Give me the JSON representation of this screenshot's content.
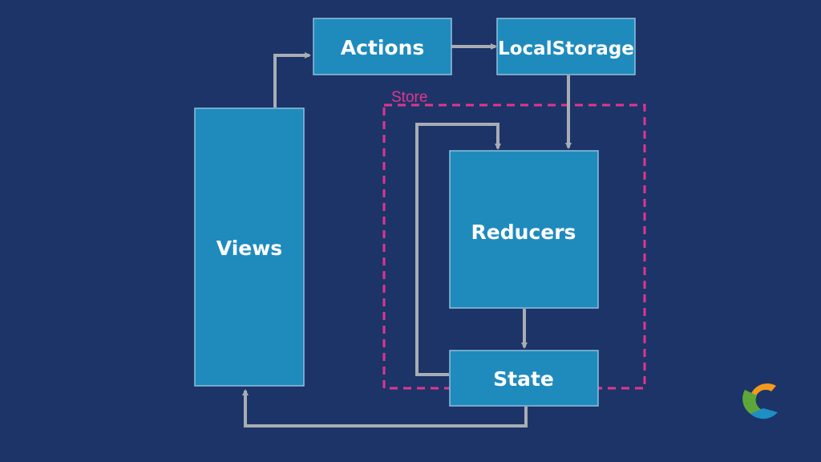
{
  "colors": {
    "background": "#1d3468",
    "box_fill": "#1f8bbd",
    "box_border": "#8fc0dc",
    "arrow": "#a9adb3",
    "store_border": "#e2358f",
    "logo_orange": "#f39a1e",
    "logo_green": "#5da73a",
    "logo_blue": "#1d8fc4"
  },
  "nodes": {
    "actions": "Actions",
    "local_storage": "LocalStorage",
    "views": "Views",
    "reducers": "Reducers",
    "state": "State"
  },
  "store": {
    "label": "Store"
  },
  "edges": [
    {
      "from": "Views",
      "to": "Actions"
    },
    {
      "from": "Actions",
      "to": "LocalStorage"
    },
    {
      "from": "LocalStorage",
      "to": "Reducers"
    },
    {
      "from": "Reducers",
      "to": "State"
    },
    {
      "from": "State",
      "to": "Reducers"
    },
    {
      "from": "State",
      "to": "Views"
    }
  ],
  "logo": {
    "icon": "c-logo-icon"
  }
}
